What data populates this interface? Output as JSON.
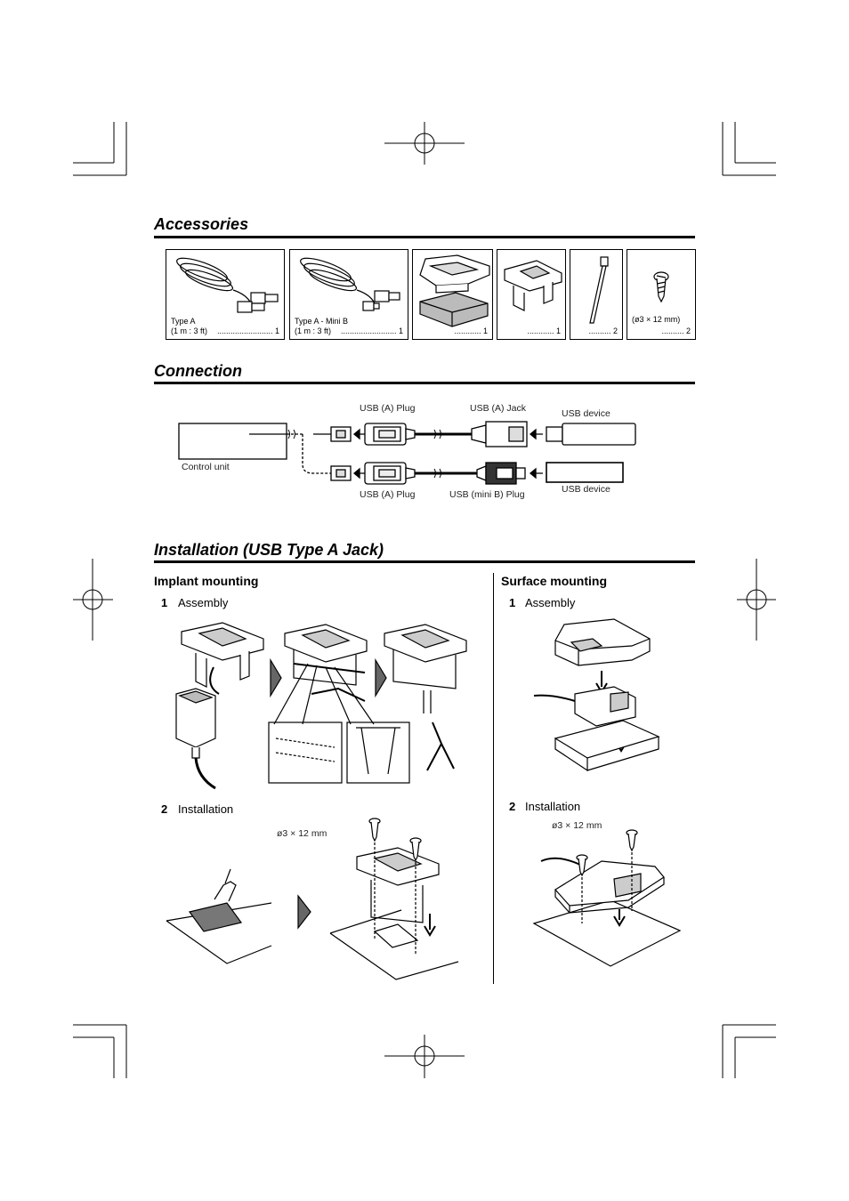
{
  "sections": {
    "accessories": "Accessories",
    "connection": "Connection",
    "installation": "Installation (USB Type A Jack)"
  },
  "accessories": [
    {
      "label": "Type A\n(1 m : 3 ft)",
      "count": "......................... 1"
    },
    {
      "label": "Type A - Mini B\n(1 m : 3 ft)",
      "count": "......................... 1"
    },
    {
      "label": "",
      "count": "............ 1"
    },
    {
      "label": "",
      "count": "............ 1"
    },
    {
      "label": "",
      "count": ".......... 2"
    },
    {
      "label": "(ø3 × 12 mm)",
      "count": ".......... 2"
    }
  ],
  "connection": {
    "control_unit": "Control unit",
    "usb_a_plug_top": "USB (A) Plug",
    "usb_a_jack": "USB (A) Jack",
    "usb_device_top": "USB device",
    "usb_a_plug_bottom": "USB (A) Plug",
    "usb_mini_b_plug": "USB (mini B) Plug",
    "usb_device_bottom": "USB device"
  },
  "installation": {
    "implant": {
      "title": "Implant mounting",
      "step1_num": "1",
      "step1": "Assembly",
      "step2_num": "2",
      "step2": "Installation",
      "screw_label": "ø3 × 12 mm"
    },
    "surface": {
      "title": "Surface mounting",
      "step1_num": "1",
      "step1": "Assembly",
      "step2_num": "2",
      "step2": "Installation",
      "screw_label": "ø3 × 12 mm"
    }
  }
}
